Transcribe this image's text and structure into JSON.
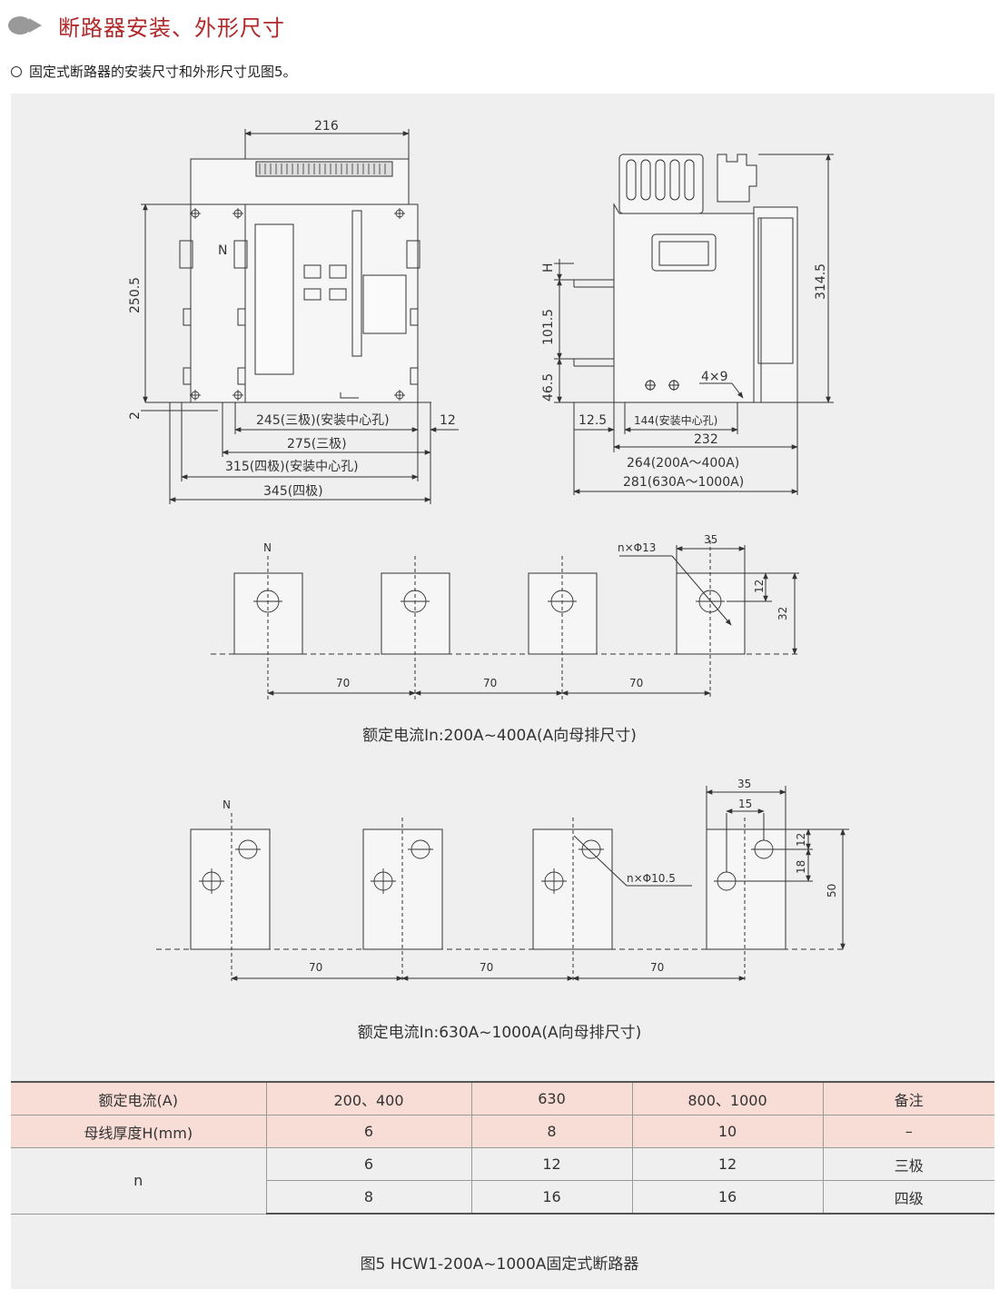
{
  "header": {
    "title": "断路器安装、外形尺寸"
  },
  "intro": {
    "text": "固定式断路器的安装尺寸和外形尺寸见图5。"
  },
  "front_view": {
    "top_width": "216",
    "height": "250.5",
    "bottom_offset": "2",
    "n_label": "N",
    "dims": [
      "245(三极)(安装中心孔)",
      "12",
      "275(三极)",
      "315(四极)(安装中心孔)",
      "345(四极)"
    ]
  },
  "side_view": {
    "height": "314.5",
    "h_label": "H",
    "dim_101": "101.5",
    "dim_46": "46.5",
    "hole": "4×9",
    "dim_12_5": "12.5",
    "dim_144": "144(安装中心孔)",
    "dim_232": "232",
    "dim_264": "264(200A～400A)",
    "dim_281": "281(630A～1000A)"
  },
  "busbar_a": {
    "n_label": "N",
    "hole": "n×Φ13",
    "dim_35": "35",
    "dim_12": "12",
    "dim_32": "32",
    "pitch": [
      "70",
      "70",
      "70"
    ],
    "caption": "额定电流In:200A~400A(A向母排尺寸)"
  },
  "busbar_b": {
    "n_label": "N",
    "hole": "n×Φ10.5",
    "dim_35": "35",
    "dim_15": "15",
    "dim_12": "12",
    "dim_18": "18",
    "dim_50": "50",
    "pitch": [
      "70",
      "70",
      "70"
    ],
    "caption": "额定电流In:630A~1000A(A向母排尺寸)"
  },
  "table": {
    "headers": [
      "额定电流(A)",
      "200、400",
      "630",
      "800、1000",
      "备注"
    ],
    "row_h": [
      "母线厚度H(mm)",
      "6",
      "8",
      "10",
      "–"
    ],
    "row_n_label": "n",
    "row_n1": [
      "6",
      "12",
      "12",
      "三极"
    ],
    "row_n2": [
      "8",
      "16",
      "16",
      "四级"
    ]
  },
  "figure_caption": "图5  HCW1-200A~1000A固定式断路器",
  "colors": {
    "accent": "#b0282a",
    "panel": "#efefef",
    "table_header": "#f8dcd6"
  }
}
